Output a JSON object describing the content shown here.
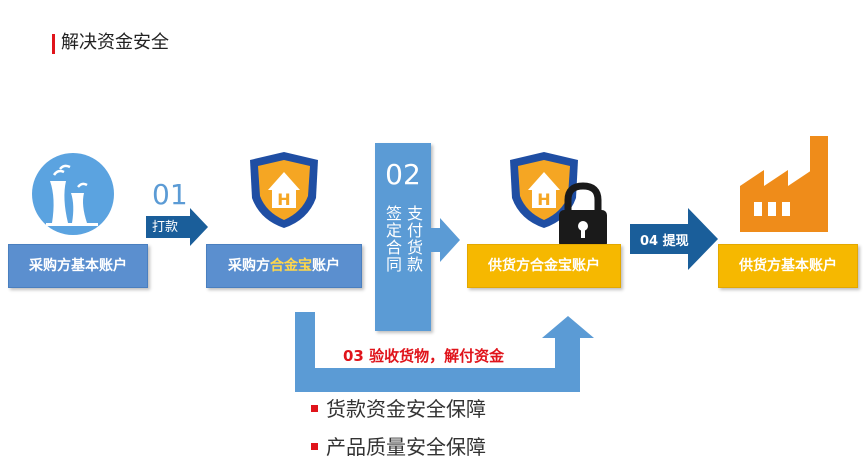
{
  "header": {
    "title": "解决资金安全"
  },
  "accounts": {
    "buyer_basic": "采购方基本账户",
    "buyer_hejinbao_prefix": "采购方",
    "buyer_hejinbao_highlight": "合金宝",
    "buyer_hejinbao_suffix": "账户",
    "supplier_hejinbao": "供货方合金宝账户",
    "supplier_basic": "供货方基本账户"
  },
  "steps": {
    "s01_number": "01",
    "s01_label": "打款",
    "s02_number": "02",
    "s02_line1": "支付货款",
    "s02_line2": "签定合同",
    "s03_label": "03 验收货物，解付资金",
    "s04_label": "04 提现"
  },
  "bullets": [
    "货款资金安全保障",
    "产品质量安全保障"
  ],
  "colors": {
    "accent_red": "#e0141b",
    "blue": "#5b9bd5",
    "dark_blue": "#1a5e9a",
    "gold": "#f6b800",
    "orange": "#ef8c1a"
  },
  "icons": [
    "factory-chimney-icon",
    "shield-logo-icon",
    "padlock-icon",
    "factory-building-icon"
  ]
}
